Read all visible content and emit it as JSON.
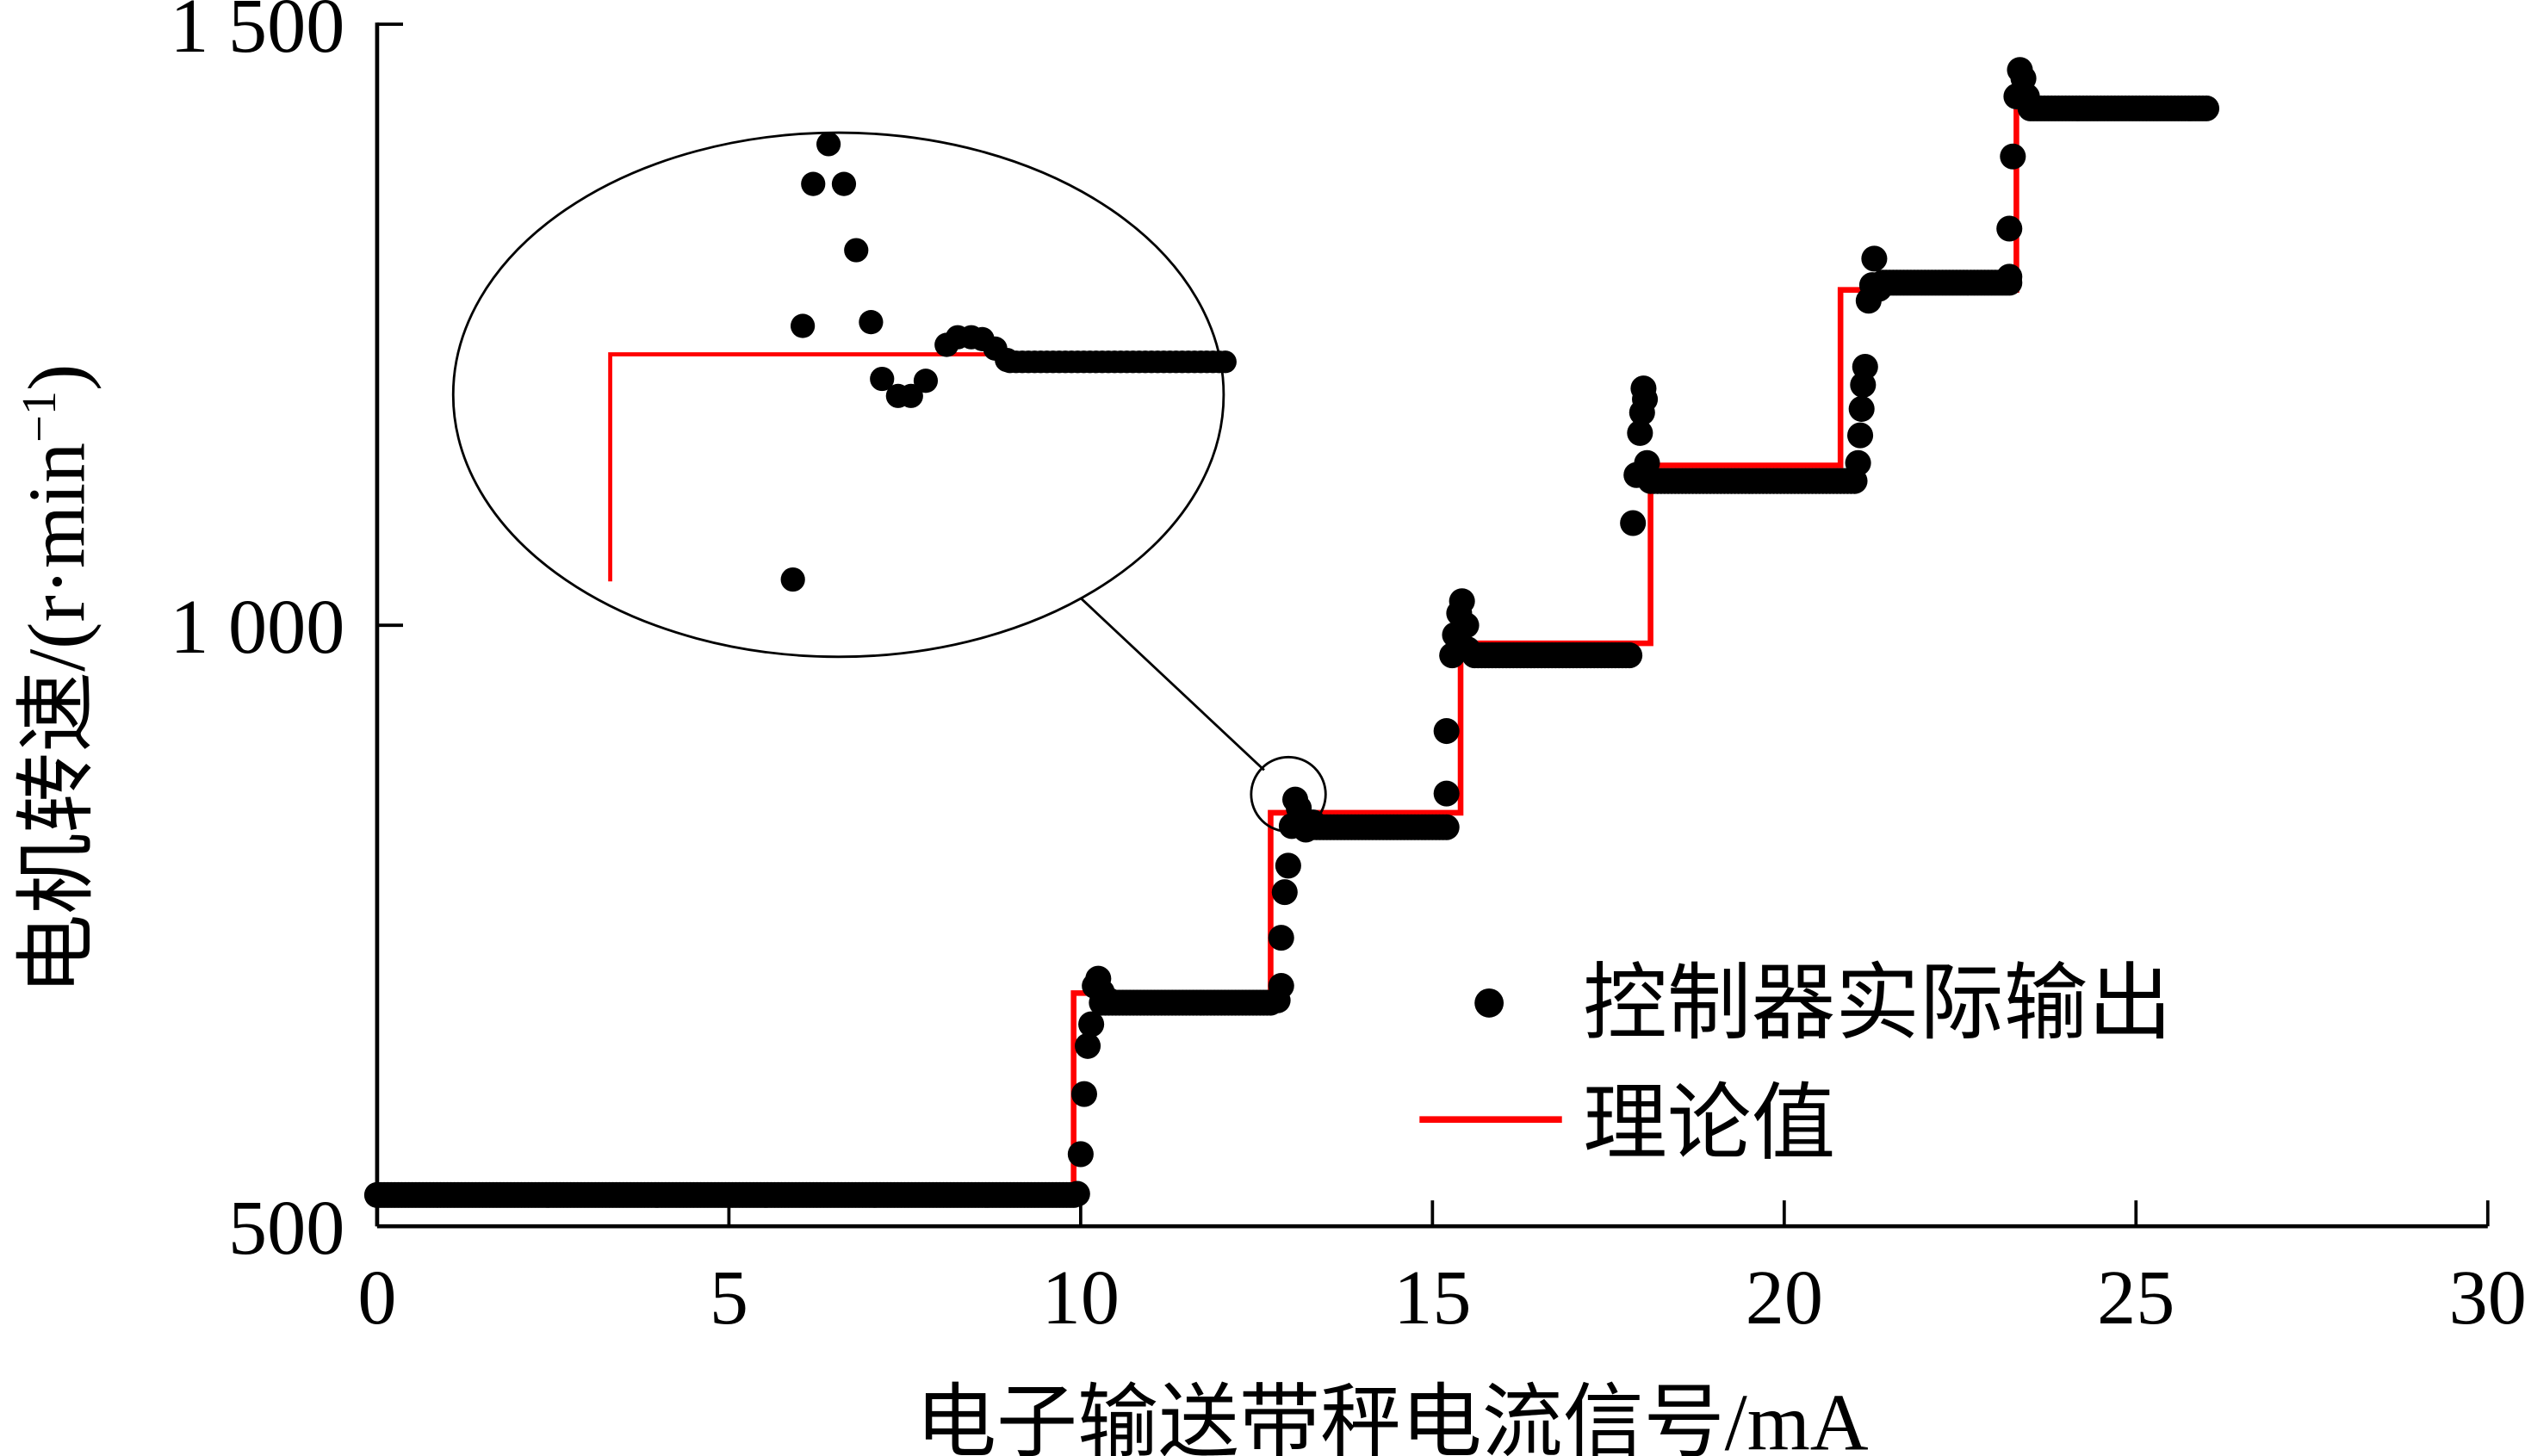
{
  "chart_data": {
    "type": "scatter+line",
    "title": "",
    "xlabel": "电子输送带秤电流信号/mA",
    "ylabel_main": "电机转速/(r·min",
    "ylabel_sup": "−1",
    "ylabel_close": ")",
    "xlim": [
      0,
      30
    ],
    "ylim": [
      500,
      1500
    ],
    "xticks": [
      0,
      5,
      10,
      15,
      20,
      25,
      30
    ],
    "xtick_labels": [
      "0",
      "5",
      "10",
      "15",
      "20",
      "25",
      "30"
    ],
    "yticks": [
      500,
      1000,
      1500
    ],
    "ytick_labels": [
      "500",
      "1 000",
      "1 500"
    ],
    "grid": false,
    "legend_position": "lower-right",
    "colors": {
      "scatter": "#000000",
      "theory": "#ff0000"
    },
    "series": [
      {
        "name": "控制器实际输出",
        "kind": "scatter",
        "steady_segments": [
          {
            "x0": 0,
            "x1": 9.9,
            "y": 526
          },
          {
            "x0": 10.3,
            "x1": 12.7,
            "y": 686
          },
          {
            "x0": 13.2,
            "x1": 15.2,
            "y": 832
          },
          {
            "x0": 15.6,
            "x1": 17.8,
            "y": 975
          },
          {
            "x0": 18.1,
            "x1": 21.0,
            "y": 1120
          },
          {
            "x0": 21.4,
            "x1": 23.2,
            "y": 1285
          },
          {
            "x0": 23.5,
            "x1": 26.0,
            "y": 1430
          }
        ],
        "transient_points": [
          [
            9.95,
            527
          ],
          [
            10.0,
            560
          ],
          [
            10.05,
            610
          ],
          [
            10.1,
            650
          ],
          [
            10.15,
            668
          ],
          [
            10.2,
            700
          ],
          [
            10.25,
            706
          ],
          [
            10.3,
            695
          ],
          [
            10.4,
            688
          ],
          [
            12.8,
            688
          ],
          [
            12.85,
            700
          ],
          [
            12.85,
            740
          ],
          [
            12.9,
            778
          ],
          [
            12.95,
            800
          ],
          [
            13.0,
            833
          ],
          [
            13.05,
            855
          ],
          [
            13.1,
            848
          ],
          [
            13.2,
            830
          ],
          [
            13.3,
            836
          ],
          [
            15.2,
            860
          ],
          [
            15.2,
            912
          ],
          [
            15.28,
            975
          ],
          [
            15.32,
            992
          ],
          [
            15.38,
            1010
          ],
          [
            15.42,
            1020
          ],
          [
            15.48,
            1000
          ],
          [
            15.5,
            980
          ],
          [
            17.85,
            1085
          ],
          [
            17.9,
            1125
          ],
          [
            17.95,
            1160
          ],
          [
            17.98,
            1177
          ],
          [
            18.0,
            1197
          ],
          [
            18.02,
            1188
          ],
          [
            18.05,
            1135
          ],
          [
            21.05,
            1135
          ],
          [
            21.08,
            1158
          ],
          [
            21.1,
            1180
          ],
          [
            21.12,
            1200
          ],
          [
            21.15,
            1215
          ],
          [
            21.2,
            1270
          ],
          [
            21.25,
            1283
          ],
          [
            21.28,
            1305
          ],
          [
            21.35,
            1280
          ],
          [
            23.2,
            1290
          ],
          [
            23.2,
            1330
          ],
          [
            23.25,
            1390
          ],
          [
            23.3,
            1440
          ],
          [
            23.35,
            1462
          ],
          [
            23.4,
            1455
          ],
          [
            23.45,
            1440
          ]
        ]
      },
      {
        "name": "理论值",
        "kind": "step-line",
        "points": [
          [
            0,
            524
          ],
          [
            9.9,
            524
          ],
          [
            9.9,
            694
          ],
          [
            12.7,
            694
          ],
          [
            12.7,
            844
          ],
          [
            15.4,
            844
          ],
          [
            15.4,
            985
          ],
          [
            18.1,
            985
          ],
          [
            18.1,
            1133
          ],
          [
            20.8,
            1133
          ],
          [
            20.8,
            1279
          ],
          [
            23.3,
            1279
          ],
          [
            23.3,
            1427
          ],
          [
            26.0,
            1427
          ]
        ]
      }
    ],
    "inset": {
      "xlim": [
        12.7,
        13.7
      ],
      "zoom_center": [
        13.05,
        846
      ],
      "theory_points": [
        [
          12.7,
          832
        ],
        [
          12.7,
          844
        ],
        [
          13.7,
          844
        ]
      ],
      "scatter_points": [
        [
          12.997,
          832.1
        ],
        [
          13.013,
          845.5
        ],
        [
          13.03,
          853
        ],
        [
          13.055,
          855.1
        ],
        [
          13.08,
          853
        ],
        [
          13.1,
          849.5
        ],
        [
          13.124,
          845.7
        ],
        [
          13.142,
          842.7
        ],
        [
          13.168,
          841.8
        ],
        [
          13.189,
          841.8
        ],
        [
          13.213,
          842.6
        ],
        [
          13.247,
          844.5
        ],
        [
          13.265,
          844.9
        ],
        [
          13.287,
          844.9
        ],
        [
          13.305,
          844.8
        ],
        [
          13.326,
          844.3
        ],
        [
          13.345,
          843.7
        ]
      ],
      "scatter_tail": {
        "x0": 13.35,
        "x1": 13.7,
        "y": 843.6
      }
    }
  }
}
